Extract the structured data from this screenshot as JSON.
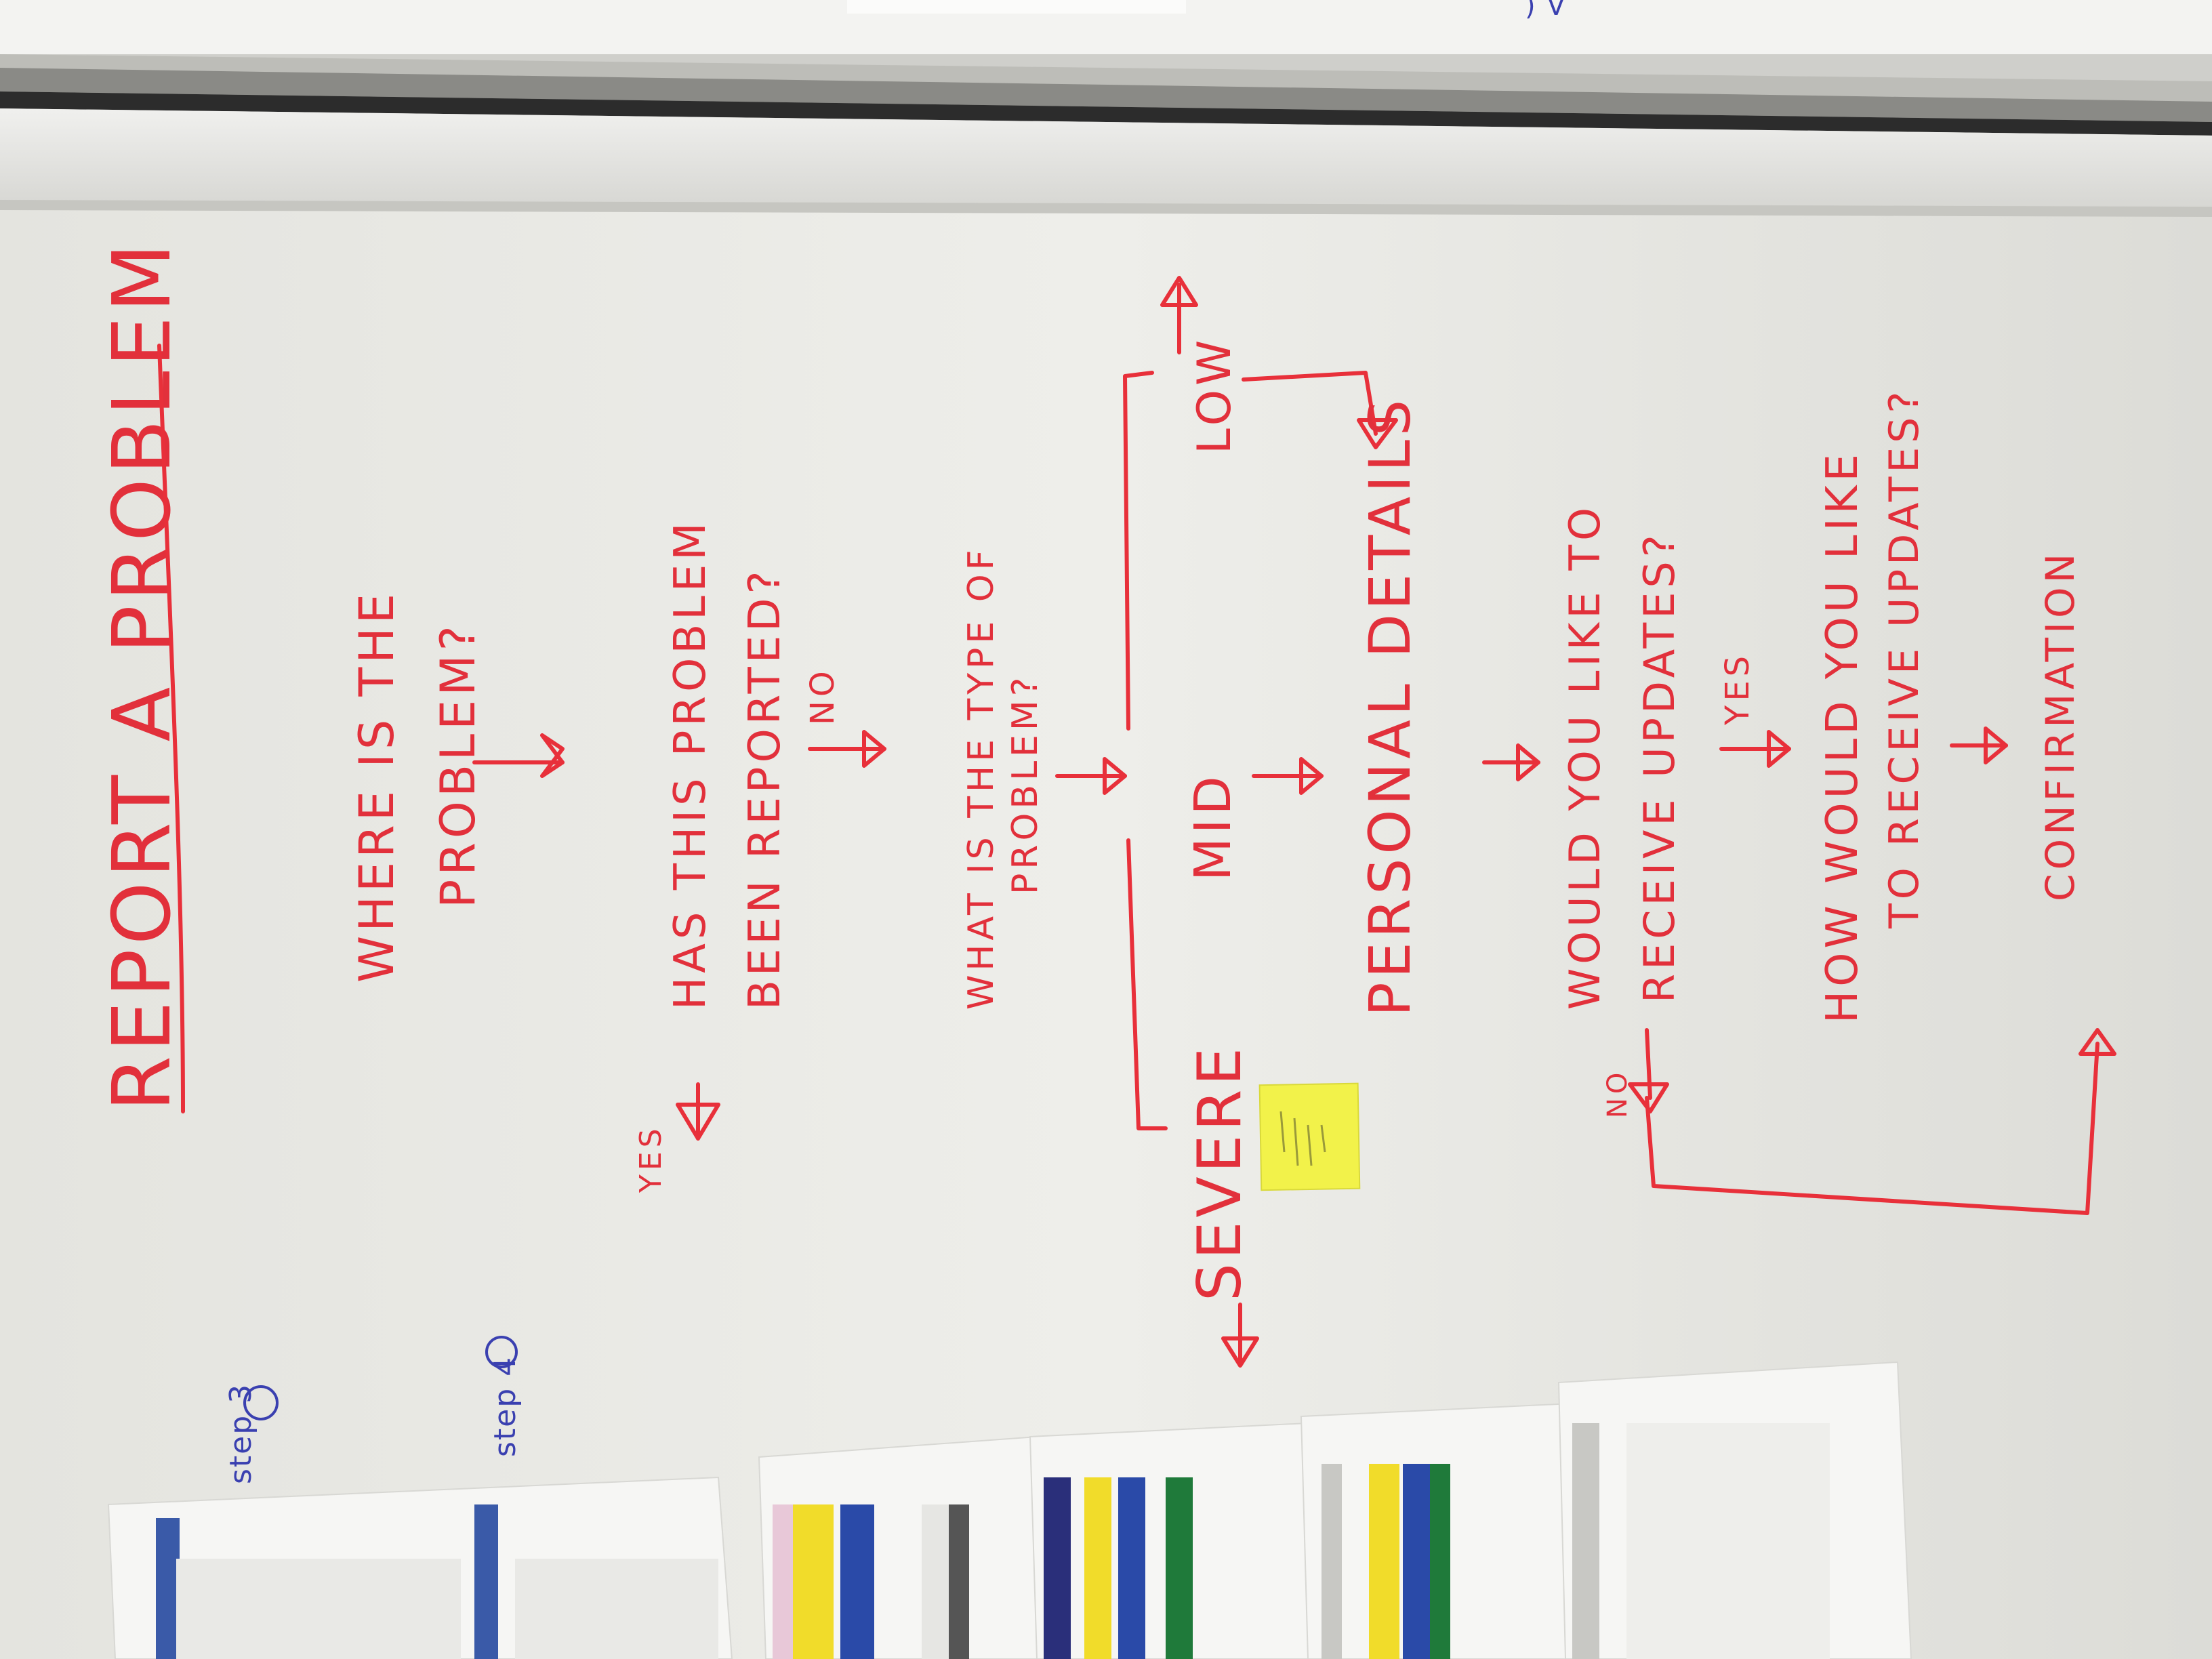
{
  "whiteboard": {
    "title": "REPORT A PROBLEM",
    "steps": {
      "where": [
        "WHERE IS THE",
        "PROBLEM?"
      ],
      "reported": [
        "HAS THIS PROBLEM",
        "BEEN REPORTED?"
      ],
      "reported_yes": "YES",
      "reported_no": "NO",
      "type": [
        "WHAT IS THE TYPE OF",
        "PROBLEM?"
      ],
      "severity_low": "LOW",
      "severity_mid": "MID",
      "severity_severe": "SEVERE",
      "personal": "PERSONAL DETAILS",
      "updates": [
        "WOULD YOU LIKE TO",
        "RECEIVE UPDATES?"
      ],
      "updates_yes": "YES",
      "updates_no": "NO",
      "how_updates": [
        "HOW WOULD YOU LIKE",
        "TO RECEIVE UPDATES?"
      ],
      "confirmation": "CONFIRMATION"
    },
    "step_labels": [
      "step 3",
      "step 4"
    ]
  },
  "colors": {
    "marker_red": "#e8303a",
    "marker_blue": "#3a40b0",
    "sticky_note": "#f2f24a",
    "board": "#ebebe7",
    "frame": "#2a2a2a"
  }
}
